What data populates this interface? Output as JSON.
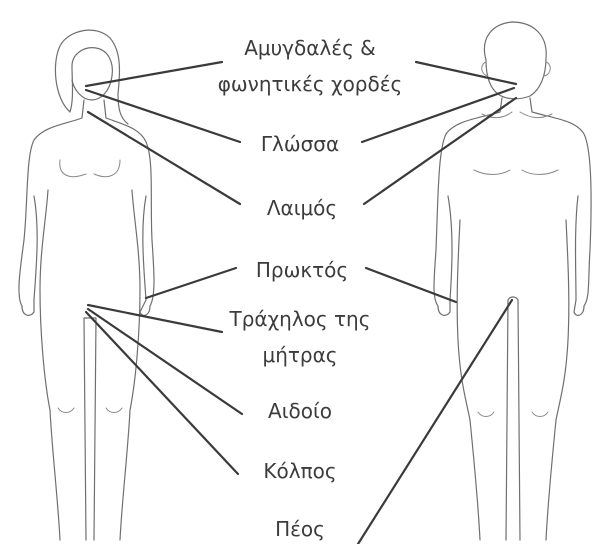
{
  "labels": {
    "tonsils_line1": "Αμυγδαλές &",
    "tonsils_line2": "φωνητικές χορδές",
    "tongue": "Γλώσσα",
    "throat": "Λαιμός",
    "anus": "Πρωκτός",
    "cervix_line1": "Τράχηλος της",
    "cervix_line2": "μήτρας",
    "vulva": "Αιδοίο",
    "vagina": "Κόλπος",
    "penis": "Πέος"
  },
  "colors": {
    "figure_outline": "#6f6f6f",
    "pointer_line": "#3a3a3a",
    "label_text": "#3c3c3c"
  }
}
